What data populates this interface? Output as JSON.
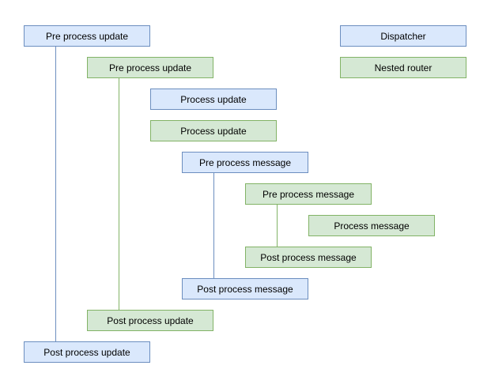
{
  "diagram": {
    "legend": {
      "dispatcher": "Dispatcher",
      "nested_router": "Nested router"
    },
    "nodes": [
      {
        "label": "Pre process update",
        "type": "dispatcher"
      },
      {
        "label": "Pre process update",
        "type": "nested-router"
      },
      {
        "label": "Process update",
        "type": "dispatcher"
      },
      {
        "label": "Process update",
        "type": "nested-router"
      },
      {
        "label": "Pre process message",
        "type": "dispatcher"
      },
      {
        "label": "Pre process message",
        "type": "nested-router"
      },
      {
        "label": "Process message",
        "type": "nested-router"
      },
      {
        "label": "Post process message",
        "type": "nested-router"
      },
      {
        "label": "Post process message",
        "type": "dispatcher"
      },
      {
        "label": "Post process update",
        "type": "nested-router"
      },
      {
        "label": "Post process update",
        "type": "dispatcher"
      }
    ],
    "colors": {
      "dispatcher_fill": "#dae8fc",
      "dispatcher_border": "#6c8ebf",
      "nested_router_fill": "#d5e8d4",
      "nested_router_border": "#82b366"
    }
  }
}
